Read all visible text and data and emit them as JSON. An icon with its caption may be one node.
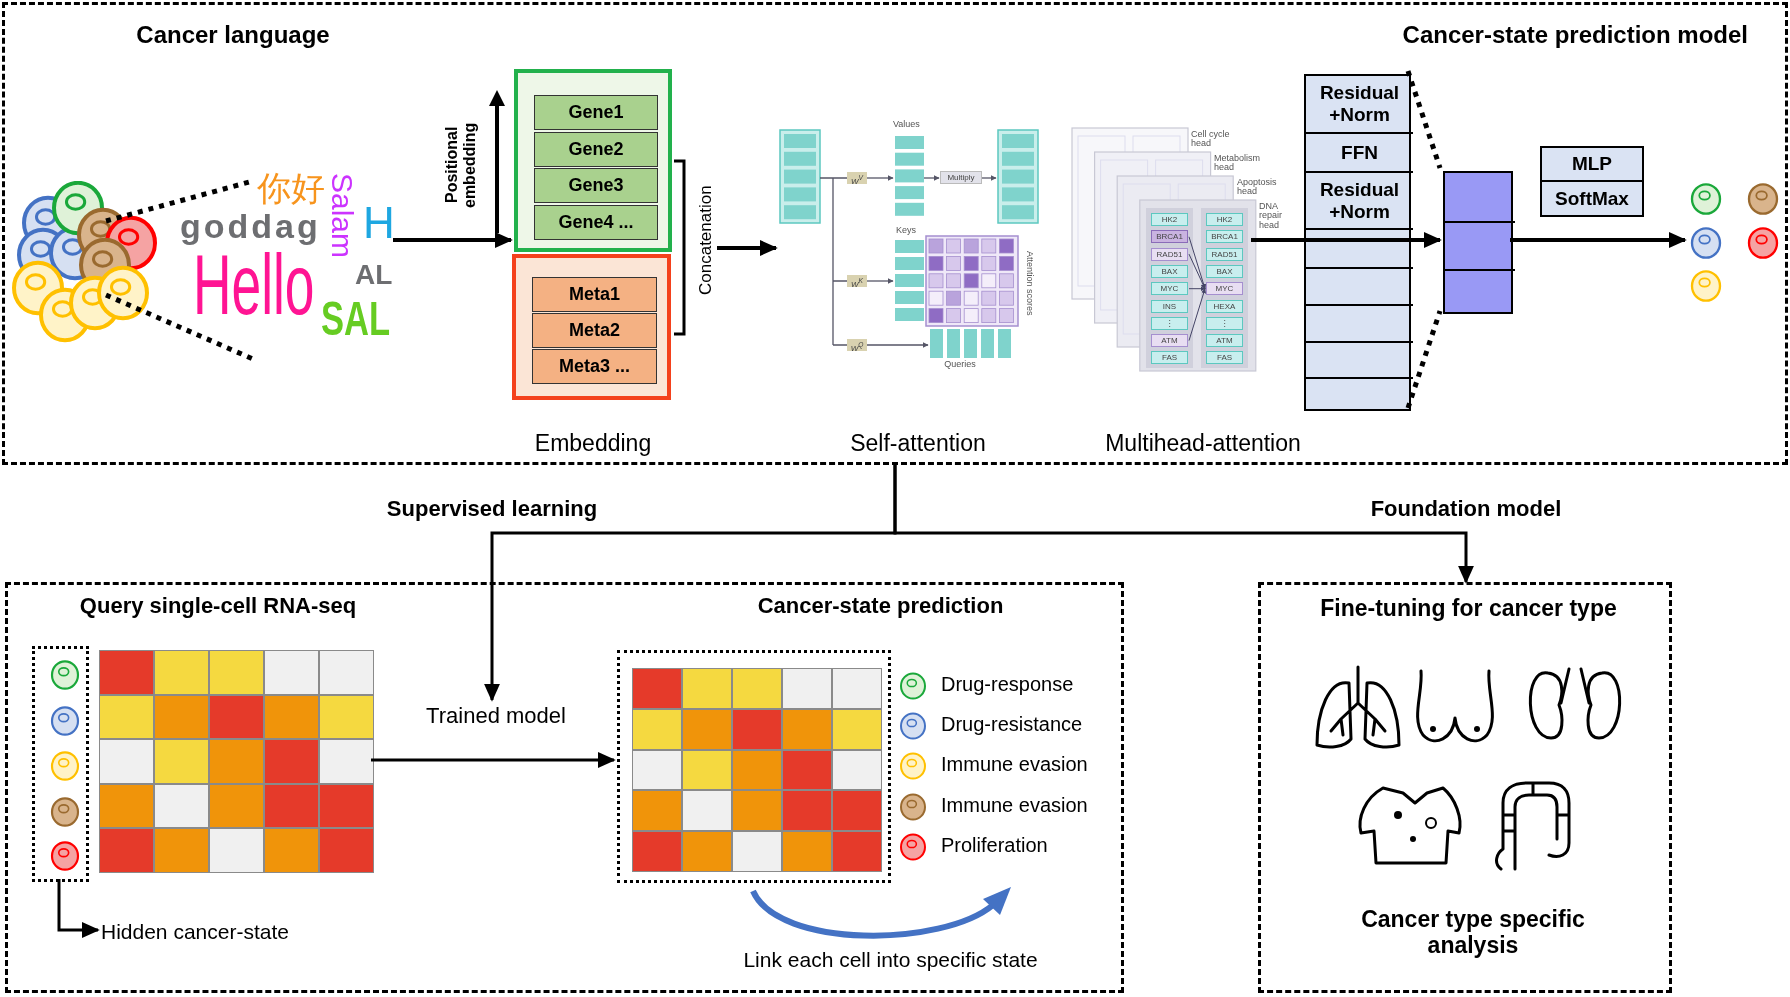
{
  "diagram": {
    "nodes": [
      {
        "text": [
          "Cancer language",
          "Cancer-state prediction model"
        ]
      },
      {
        "text": [
          "你好",
          "goddag",
          "Salam",
          "H",
          "Hello",
          "AL",
          "SAL"
        ],
        "in": 0
      },
      {
        "text": [],
        "shape": "box",
        "in": 0
      },
      {
        "text": [
          "Gene1"
        ],
        "in": 2
      },
      {
        "text": [
          "Gene2"
        ],
        "in": 2
      },
      {
        "text": [
          "Gene3"
        ],
        "in": 2
      },
      {
        "text": [
          "Gene4 ..."
        ],
        "in": 2
      },
      {
        "text": [],
        "shape": "box",
        "in": 0
      },
      {
        "text": [
          "Meta1"
        ],
        "in": 7
      },
      {
        "text": [
          "Meta2"
        ],
        "in": 7
      },
      {
        "text": [
          "Meta3 ..."
        ],
        "in": 7
      },
      {
        "text": [],
        "shape": "picture",
        "in": 0,
        "beside": [
          "Self-attention"
        ]
      },
      {
        "text": [],
        "shape": "picture",
        "in": 0,
        "beside": [
          "Multihead-attention"
        ]
      },
      {
        "text": [],
        "shape": "box",
        "in": 0
      },
      {
        "text": [
          "Residual +Norm"
        ],
        "in": 13
      },
      {
        "text": [
          "FFN"
        ],
        "in": 13
      },
      {
        "text": [
          "Residual +Norm"
        ],
        "in": 13
      },
      {
        "text": [],
        "shape": "box",
        "in": 0
      },
      {
        "text": [
          "MLP"
        ],
        "in": 0
      },
      {
        "text": [
          "SoftMax"
        ],
        "in": 0
      },
      {
        "text": [],
        "shape": "picture",
        "in": 0
      },
      {
        "text": [
          "Query single-cell RNA-seq",
          "Cancer-state prediction"
        ]
      },
      {
        "text": [],
        "shape": "box",
        "in": 21
      },
      {
        "text": [],
        "shape": "box",
        "in": 21
      },
      {
        "text": [
          "Trained model"
        ],
        "in": 21
      },
      {
        "text": [],
        "shape": "box",
        "in": 21
      },
      {
        "text": [
          "Hidden cancer-state"
        ],
        "in": 21
      },
      {
        "text": [
          "Fine-tuning for cancer type",
          "Cancer type specific analysis"
        ]
      },
      {
        "text": [
          "Concatenation"
        ],
        "in": 0
      }
    ],
    "edges": [
      {
        "from": 1,
        "to": 2,
        "arrow": "to"
      },
      {
        "from": 28,
        "to": 11,
        "arrow": "to"
      },
      {
        "from": 12,
        "to": 17,
        "arrow": "to"
      },
      {
        "from": 13,
        "to": 17,
        "arrow": "none",
        "style": "dashed"
      },
      {
        "from": 13,
        "to": 17,
        "arrow": "none",
        "style": "dashed"
      },
      {
        "from": 17,
        "to": 20,
        "arrow": "to"
      },
      {
        "from": 0,
        "to": 24,
        "arrow": "to",
        "label": "Supervised learning"
      },
      {
        "from": 0,
        "to": 27,
        "arrow": "to",
        "label": "Foundation model"
      },
      {
        "from": 23,
        "to": 25,
        "arrow": "to"
      },
      {
        "from": 22,
        "to": 26,
        "arrow": "to"
      }
    ],
    "labels": [
      "Positional embedding",
      "Embedding",
      "Values",
      "W$^{V}$",
      "Multiply",
      "Keys",
      "W$^{K}$",
      "Attention scores",
      "W$^{Q}$",
      "Queries",
      "Cell cycle head",
      "Metabolism head",
      "Apoptosis head",
      "DNA repair head",
      "HK2",
      "BRCA1",
      "RAD51",
      "BAX",
      "MYC",
      "INS",
      "⋮",
      "ATM",
      "FAS",
      "HK2",
      "BRCA1",
      "RAD51",
      "BAX",
      "MYC",
      "HEXA",
      "⋮",
      "ATM",
      "FAS",
      "Link each cell into specific state"
    ],
    "legend": [
      {
        "text": "Drug-response"
      },
      {
        "text": "Drug-resistance"
      },
      {
        "text": "Immune evasion"
      },
      {
        "text": "Immune evasion"
      },
      {
        "text": "Proliferation"
      }
    ]
  }
}
